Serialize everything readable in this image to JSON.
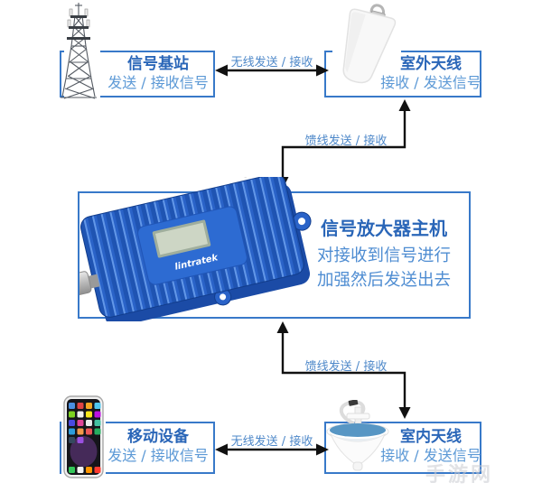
{
  "colors": {
    "box_border": "#3879c9",
    "node_title": "#2a66b8",
    "node_subtitle": "#5c99d6",
    "link_label": "#4e88c9",
    "arrow": "#111111",
    "device_blue": "#2a63c8"
  },
  "nodes": {
    "base_station": {
      "icon": "cell-tower-icon",
      "title": "信号基站",
      "subtitle": "发送 / 接收信号"
    },
    "outdoor_antenna": {
      "icon": "outdoor-antenna-icon",
      "title": "室外天线",
      "subtitle": "接收 / 发送信号"
    },
    "amplifier": {
      "icon": "signal-booster-device-icon",
      "title": "信号放大器主机",
      "desc_line1": "对接收到信号进行",
      "desc_line2": "加强然后发送出去",
      "device_brand": "lintratek"
    },
    "mobile_device": {
      "icon": "smartphone-icon",
      "title": "移动设备",
      "subtitle": "发送 / 接收信号"
    },
    "indoor_antenna": {
      "icon": "ceiling-antenna-icon",
      "title": "室内天线",
      "subtitle": "接收 / 发送信号"
    }
  },
  "links": {
    "base_outdoor_wireless": {
      "label": "无线发送 / 接收"
    },
    "outdoor_amplifier_feeder": {
      "label": "馈线发送 / 接收"
    },
    "amplifier_indoor_feeder": {
      "label": "馈线发送 / 接收"
    },
    "mobile_indoor_wireless": {
      "label": "无线发送 / 接收"
    }
  },
  "watermark": "手游网"
}
